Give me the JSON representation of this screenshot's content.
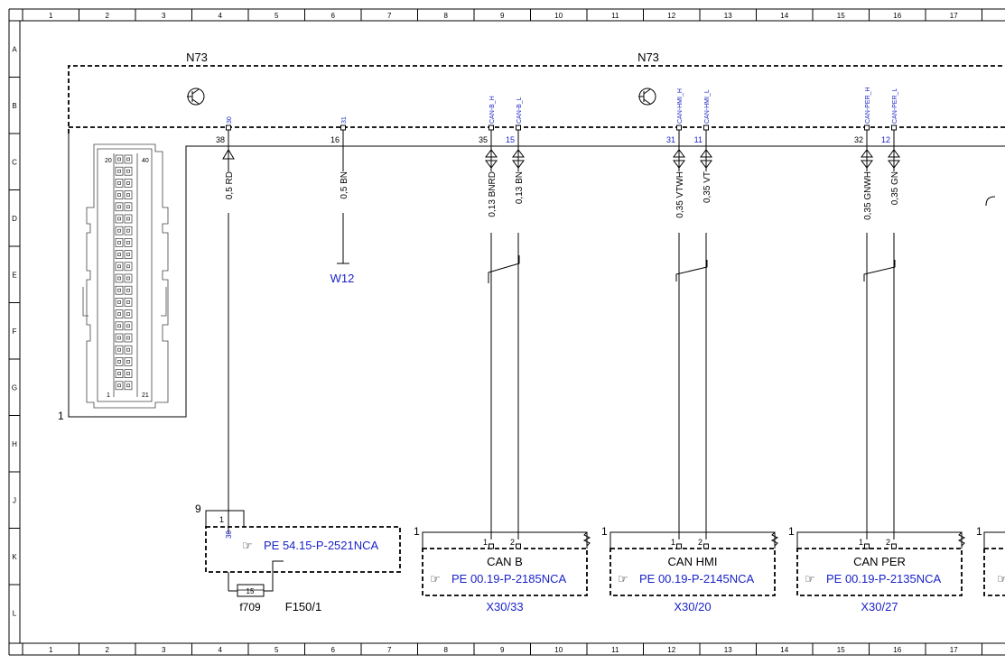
{
  "frame": {
    "columns": [
      "1",
      "2",
      "3",
      "4",
      "5",
      "6",
      "7",
      "8",
      "9",
      "10",
      "11",
      "12",
      "13",
      "14",
      "15",
      "16",
      "17"
    ],
    "rows": [
      "A",
      "B",
      "C",
      "D",
      "E",
      "F",
      "G",
      "H",
      "J",
      "K",
      "L"
    ]
  },
  "modules": [
    {
      "label": "N73"
    },
    {
      "label": "N73"
    }
  ],
  "connector": {
    "label": "1",
    "pin_top_left": "20",
    "pin_top_right": "40",
    "pin_bottom_left": "1",
    "pin_bottom_right": "21"
  },
  "pins": [
    {
      "tag": "30",
      "pin": "38"
    },
    {
      "tag": "31",
      "pin": "16"
    },
    {
      "tag": "CAN-B_H",
      "pin": "35"
    },
    {
      "tag": "CAN-B_L",
      "pin": "15"
    },
    {
      "tag": "CAN-HMI_H",
      "pin": "31"
    },
    {
      "tag": "CAN-HMI_L",
      "pin": "11"
    },
    {
      "tag": "CAN-PER_H",
      "pin": "32"
    },
    {
      "tag": "CAN-PER_L",
      "pin": "12"
    }
  ],
  "wires": [
    {
      "label": "0,5 RD"
    },
    {
      "label": "0,5 BN"
    },
    {
      "label": "0,13 BNRD"
    },
    {
      "label": "0,13 BN"
    },
    {
      "label": "0,35 VTWH"
    },
    {
      "label": "0,35 VT"
    },
    {
      "label": "0,35 GNWH"
    },
    {
      "label": "0,35 GN"
    }
  ],
  "ground": {
    "label": "W12"
  },
  "fuse_block": {
    "tag": "9",
    "pin_number": "1",
    "pin_tag": "30",
    "ref": "PE 54.15-P-2521NCA",
    "fuse_value": "15",
    "fuse_id": "f709",
    "block_id": "F150/1"
  },
  "can_blocks": [
    {
      "tag": "1",
      "pin_h": "1",
      "pin_l": "2",
      "name": "CAN B",
      "ref": "PE 00.19-P-2185NCA",
      "connector": "X30/33"
    },
    {
      "tag": "1",
      "pin_h": "1",
      "pin_l": "2",
      "name": "CAN HMI",
      "ref": "PE 00.19-P-2145NCA",
      "connector": "X30/20"
    },
    {
      "tag": "1",
      "pin_h": "1",
      "pin_l": "2",
      "name": "CAN PER",
      "ref": "PE 00.19-P-2135NCA",
      "connector": "X30/27"
    },
    {
      "tag": "1"
    }
  ]
}
